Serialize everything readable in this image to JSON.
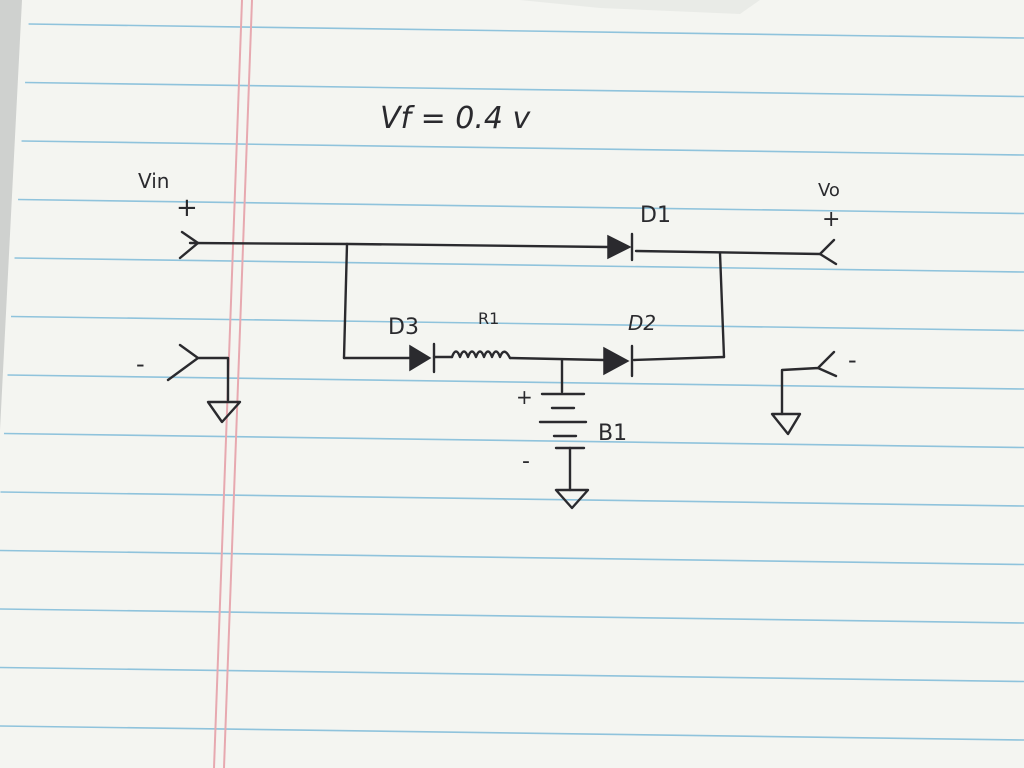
{
  "title": "Vf = 0.4 v",
  "labels": {
    "vin": "Vin",
    "vin_plus": "+",
    "vin_minus": "-",
    "vo": "Vo",
    "vo_plus": "+",
    "vo_minus": "-",
    "d1": "D1",
    "d2": "D2",
    "d3": "D3",
    "r1": "R1",
    "b1": "B1",
    "b1_plus": "+",
    "b1_minus": "-"
  },
  "colors": {
    "paper": "#f4f5f1",
    "ruled_line": "#8fc3dc",
    "margin_line": "#e7a9b0",
    "ink": "#2a2a2e"
  }
}
